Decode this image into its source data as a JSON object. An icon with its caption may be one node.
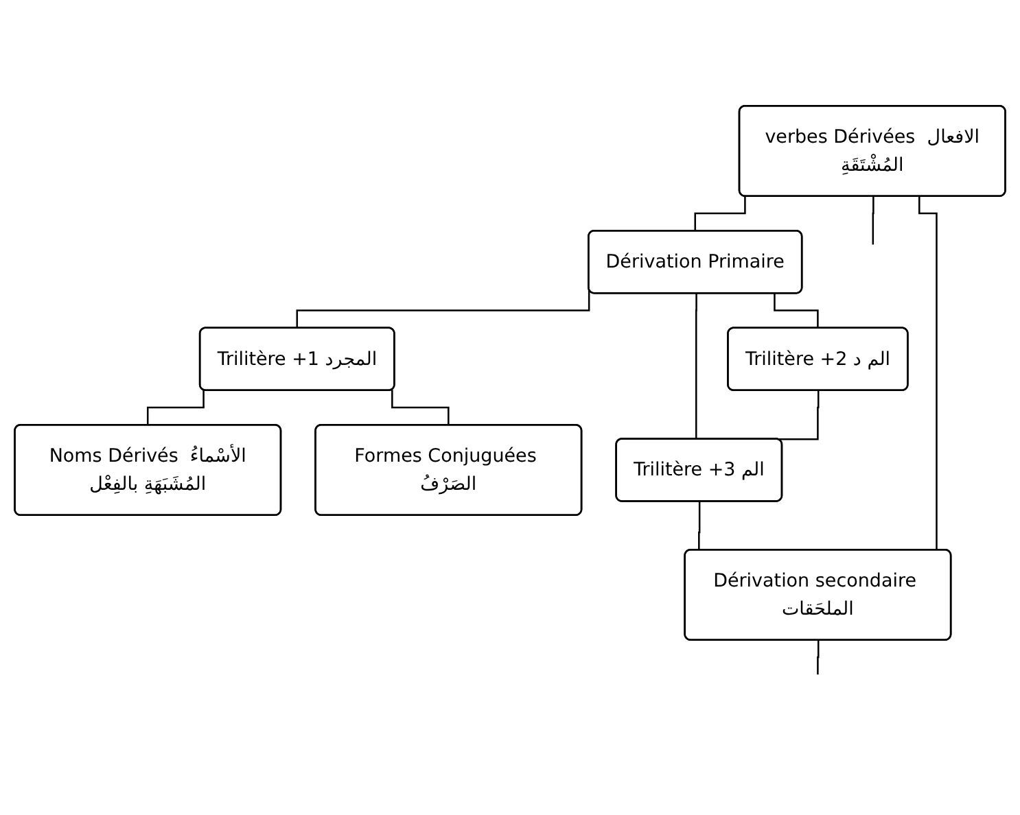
{
  "diagram": {
    "nodes": [
      {
        "text": [
          "verbes Dérivées الافعال المُشْتَقَةِ"
        ]
      },
      {
        "text": [
          "Dérivation Primaire"
        ]
      },
      {
        "text": [
          "Trilitère +1 المجرد"
        ]
      },
      {
        "text": [
          "Noms Dérivés الأسْماءُ المُشَبَهَةِ بالفِعْل"
        ]
      },
      {
        "text": [
          "Formes Conjuguées الصَرْفُ"
        ]
      },
      {
        "text": [
          "Trilitère +2 الم د"
        ]
      },
      {
        "text": [
          "Trilitère +3 الم"
        ]
      },
      {
        "text": [
          "Dérivation secondaire الملحَقات"
        ]
      }
    ],
    "edges": [
      {
        "from": 0,
        "to": 1,
        "arrow": "none"
      },
      {
        "from": 1,
        "to": 2,
        "arrow": "none"
      },
      {
        "from": 2,
        "to": 3,
        "arrow": "none"
      },
      {
        "from": 2,
        "to": 4,
        "arrow": "none"
      },
      {
        "from": 1,
        "to": 5,
        "arrow": "none"
      },
      {
        "from": 1,
        "to": 6,
        "arrow": "none"
      },
      {
        "from": 5,
        "to": 6,
        "arrow": "none"
      },
      {
        "from": 6,
        "to": 7,
        "arrow": "none"
      },
      {
        "from": 0,
        "to": 7,
        "arrow": "none"
      },
      {
        "from": 7,
        "to": null,
        "arrow": "none"
      },
      {
        "from": 0,
        "to": null,
        "arrow": "none"
      }
    ]
  }
}
